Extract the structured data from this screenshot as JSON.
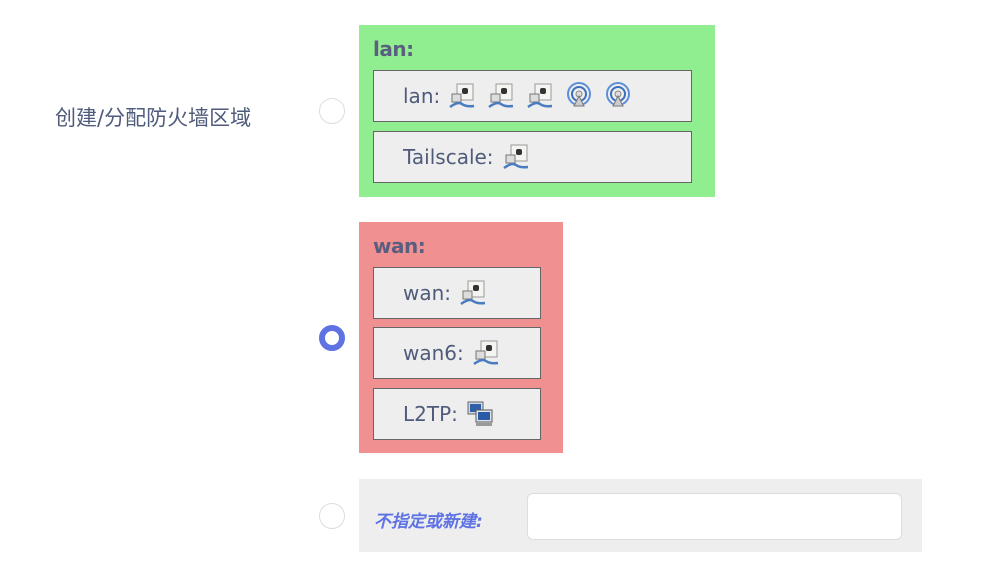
{
  "field_label": "创建/分配防火墙区域",
  "zones": [
    {
      "title": "lan:",
      "color": "#90ee90",
      "selected": false,
      "devices": [
        {
          "label": "lan:",
          "icons": [
            "ethernet-port-icon",
            "ethernet-port-icon",
            "ethernet-port-icon",
            "wifi-icon",
            "wifi-icon"
          ]
        },
        {
          "label": "Tailscale:",
          "icons": [
            "ethernet-port-icon"
          ]
        }
      ]
    },
    {
      "title": "wan:",
      "color": "#f09090",
      "selected": true,
      "devices": [
        {
          "label": "wan:",
          "icons": [
            "ethernet-port-icon"
          ]
        },
        {
          "label": "wan6:",
          "icons": [
            "ethernet-port-icon"
          ]
        },
        {
          "label": "L2TP:",
          "icons": [
            "tunnel-computers-icon"
          ]
        }
      ]
    }
  ],
  "unspecified": {
    "label": "不指定或新建:",
    "value": "",
    "selected": false
  },
  "accent": "#5e72e4"
}
